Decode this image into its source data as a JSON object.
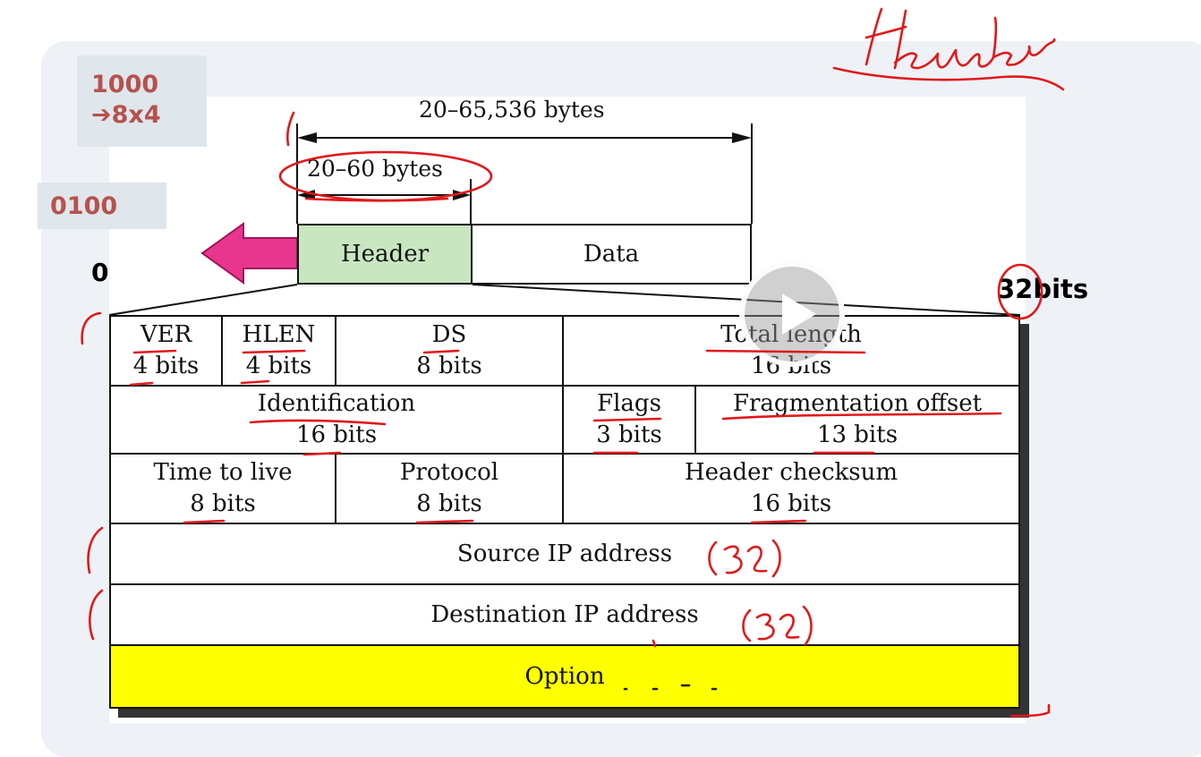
{
  "notes": {
    "box1_line1": "1000",
    "box1_line2": "➔8x4",
    "box2": "0100",
    "zero": "0",
    "width_label": "32bits"
  },
  "datagram": {
    "total_length_label": "20–65,536 bytes",
    "header_length_label": "20–60 bytes",
    "header": "Header",
    "data": "Data"
  },
  "fields": {
    "ver": {
      "name": "VER",
      "size": "4 bits"
    },
    "hlen": {
      "name": "HLEN",
      "size": "4 bits"
    },
    "ds": {
      "name": "DS",
      "size": "8 bits"
    },
    "total_length": {
      "name": "Total length",
      "size": "16 bits"
    },
    "identification": {
      "name": "Identification",
      "size": "16 bits"
    },
    "flags": {
      "name": "Flags",
      "size": "3 bits"
    },
    "fragmentation_offset": {
      "name": "Fragmentation offset",
      "size": "13 bits"
    },
    "ttl": {
      "name": "Time to live",
      "size": "8 bits"
    },
    "protocol": {
      "name": "Protocol",
      "size": "8 bits"
    },
    "checksum": {
      "name": "Header checksum",
      "size": "16 bits"
    },
    "source": {
      "name": "Source IP address"
    },
    "destination": {
      "name": "Destination IP address"
    },
    "option": {
      "name": "Option"
    }
  },
  "handwriting": {
    "title": "Header",
    "source_note": "(32)",
    "destination_note": "(32)"
  },
  "colors": {
    "header_fill": "#c8e6c0",
    "option_fill": "#ffff00",
    "arrow": "#e8368f",
    "ink": "#e0191c",
    "note_text": "#b5524d"
  },
  "icons": {
    "play": "play-icon",
    "arrow": "left-arrow-icon"
  }
}
